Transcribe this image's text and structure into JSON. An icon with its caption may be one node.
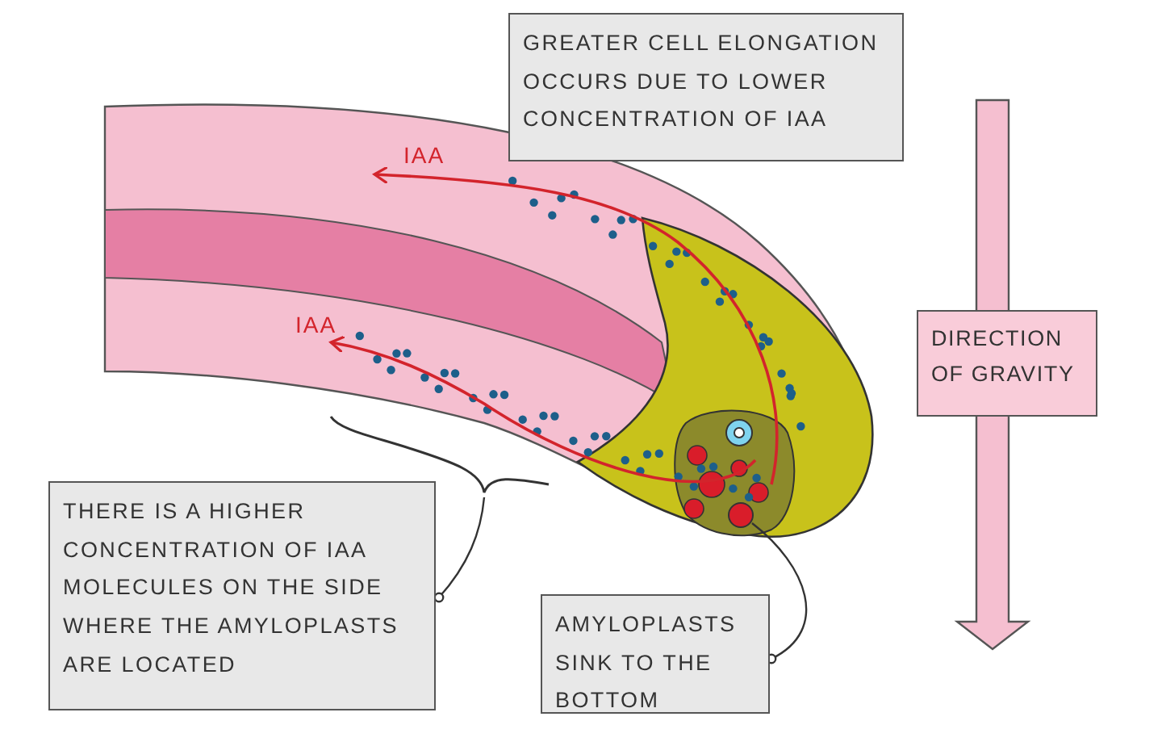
{
  "diagram": {
    "nodes": [
      {
        "text": [
          "GREATER CELL ELONGATION OCCURS DUE TO LOWER CONCENTRATION OF IAA"
        ]
      },
      {
        "text": [
          "DIRECTION OF GRAVITY"
        ]
      },
      {
        "text": [
          "THERE IS A HIGHER CONCENTRATION OF IAA MOLECULES ON THE SIDE WHERE THE AMYLOPLASTS ARE LOCATED"
        ]
      },
      {
        "text": [
          "AMYLOPLASTS SINK TO THE BOTTOM"
        ]
      },
      {
        "text": [],
        "shape": "circle"
      }
    ],
    "edges": [
      {
        "from": 2,
        "to": null,
        "arrow": "other"
      },
      {
        "from": 3,
        "to": 4,
        "arrow": "other"
      }
    ],
    "labels": [
      "IAA",
      "IAA"
    ]
  }
}
